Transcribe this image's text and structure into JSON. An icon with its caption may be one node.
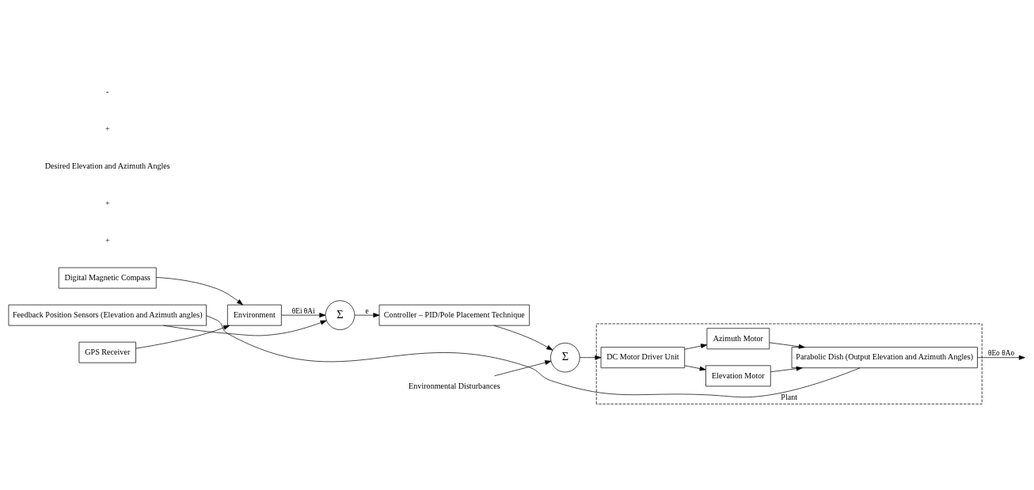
{
  "diagram": {
    "nodes": [
      {
        "text": [
          "Digital Magnetic Compass"
        ]
      },
      {
        "text": [
          "Environment"
        ]
      },
      {
        "text": [
          "GPS Receiver"
        ]
      },
      {
        "text": [
          "Σ"
        ]
      },
      {
        "text": [
          "Controller – PID/Pole Placement Technique"
        ]
      },
      {
        "text": [
          "Environmental Disturbances"
        ]
      },
      {
        "text": [
          "Σ"
        ]
      },
      {
        "text": [
          "Plant"
        ]
      },
      {
        "text": [
          "DC Motor Driver Unit"
        ],
        "in": 7
      },
      {
        "text": [
          "Elevation Motor"
        ],
        "in": 7
      },
      {
        "text": [
          "Azimuth Motor"
        ],
        "in": 7
      },
      {
        "text": [
          "Parabolic Dish (Output Elevation and Azimuth Angles)"
        ],
        "in": 7
      },
      {
        "text": [
          "Feedback Position Sensors (Elevation and Azimuth angles)"
        ]
      }
    ],
    "edges": [
      {
        "from": 0,
        "to": 1,
        "arrow": "to"
      },
      {
        "from": 2,
        "to": 1,
        "arrow": "to"
      },
      {
        "from": 1,
        "to": 3,
        "arrow": "to",
        "label": "θEi θAi"
      },
      {
        "from": 3,
        "to": 4,
        "arrow": "to",
        "label": "e"
      },
      {
        "from": 4,
        "to": 6,
        "arrow": "to"
      },
      {
        "from": 5,
        "to": 6,
        "arrow": "to"
      },
      {
        "from": 6,
        "to": 8,
        "arrow": "to"
      },
      {
        "from": 8,
        "to": 9,
        "arrow": "to"
      },
      {
        "from": 8,
        "to": 10,
        "arrow": "to"
      },
      {
        "from": 9,
        "to": 11,
        "arrow": "to"
      },
      {
        "from": 10,
        "to": 11,
        "arrow": "to"
      },
      {
        "from": 11,
        "to": null,
        "arrow": "to",
        "label": "θEo θAo"
      },
      {
        "from": 11,
        "to": 12,
        "arrow": "none"
      },
      {
        "from": 12,
        "to": 3,
        "arrow": "to"
      }
    ],
    "labels": [
      "+",
      "+",
      "Desired Elevation and Azimuth Angles",
      "+",
      "-"
    ]
  }
}
